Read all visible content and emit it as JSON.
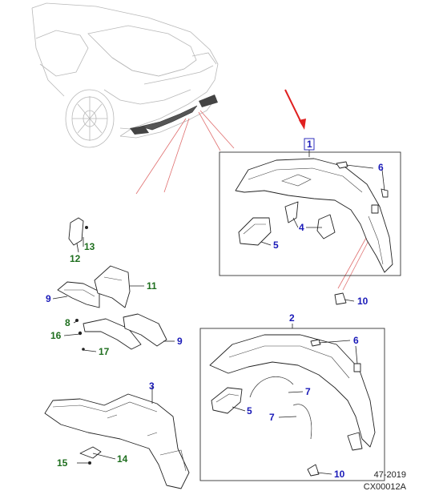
{
  "callouts": {
    "c1": "1",
    "c2": "2",
    "c3": "3",
    "c4": "4",
    "c5a": "5",
    "c5b": "5",
    "c6a": "6",
    "c6b": "6",
    "c7a": "7",
    "c7b": "7",
    "c8": "8",
    "c9a": "9",
    "c9b": "9",
    "c10a": "10",
    "c10b": "10",
    "c11": "11",
    "c12": "12",
    "c13": "13",
    "c14": "14",
    "c15": "15",
    "c16": "16",
    "c17": "17"
  },
  "footer": {
    "date_code": "47-2019",
    "ref_code": "CX00012A"
  },
  "colors": {
    "blue_label": "#1a1ab8",
    "green_label": "#1f6f1f",
    "arrow": "#e02020",
    "guide": "#e07070"
  }
}
